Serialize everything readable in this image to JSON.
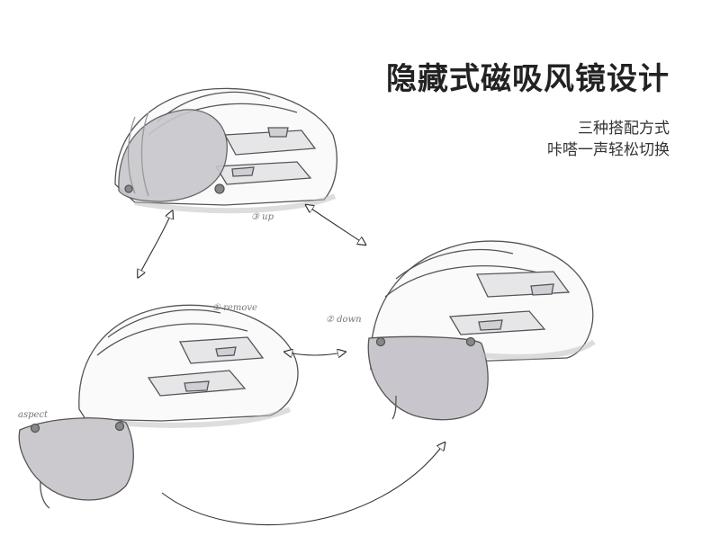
{
  "heading": {
    "title": "隐藏式磁吸风镜设计",
    "line1": "三种搭配方式",
    "line2": "咔嗒一声轻松切换"
  },
  "sketch_notes": {
    "note_top": "③ up",
    "note_mid": "① remove",
    "note_right": "② down",
    "note_left": "aspect"
  },
  "colors": {
    "ink": "#555555",
    "visor": "#c8c6cc",
    "shadow": "#bdbbc2"
  }
}
